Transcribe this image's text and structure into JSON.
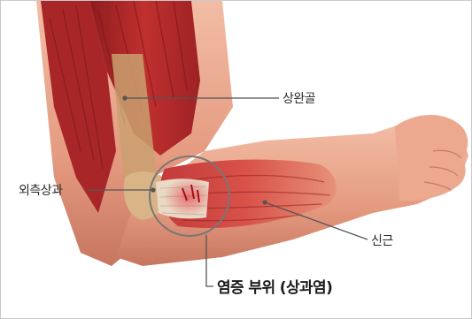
{
  "labels": {
    "humerus": "상완골",
    "lateral_epicondyle": "외측상과",
    "tendon": "신근",
    "inflammation_site": "염증 부위 (상과염)"
  },
  "colors": {
    "skin": "#e9a58c",
    "skin_shadow": "#c97a62",
    "muscle": "#b8282c",
    "muscle_dark": "#7d1416",
    "tendon": "#ead9c6",
    "bone": "#c9a070",
    "leader_line": "#555555",
    "callout_circle": "#777777"
  }
}
